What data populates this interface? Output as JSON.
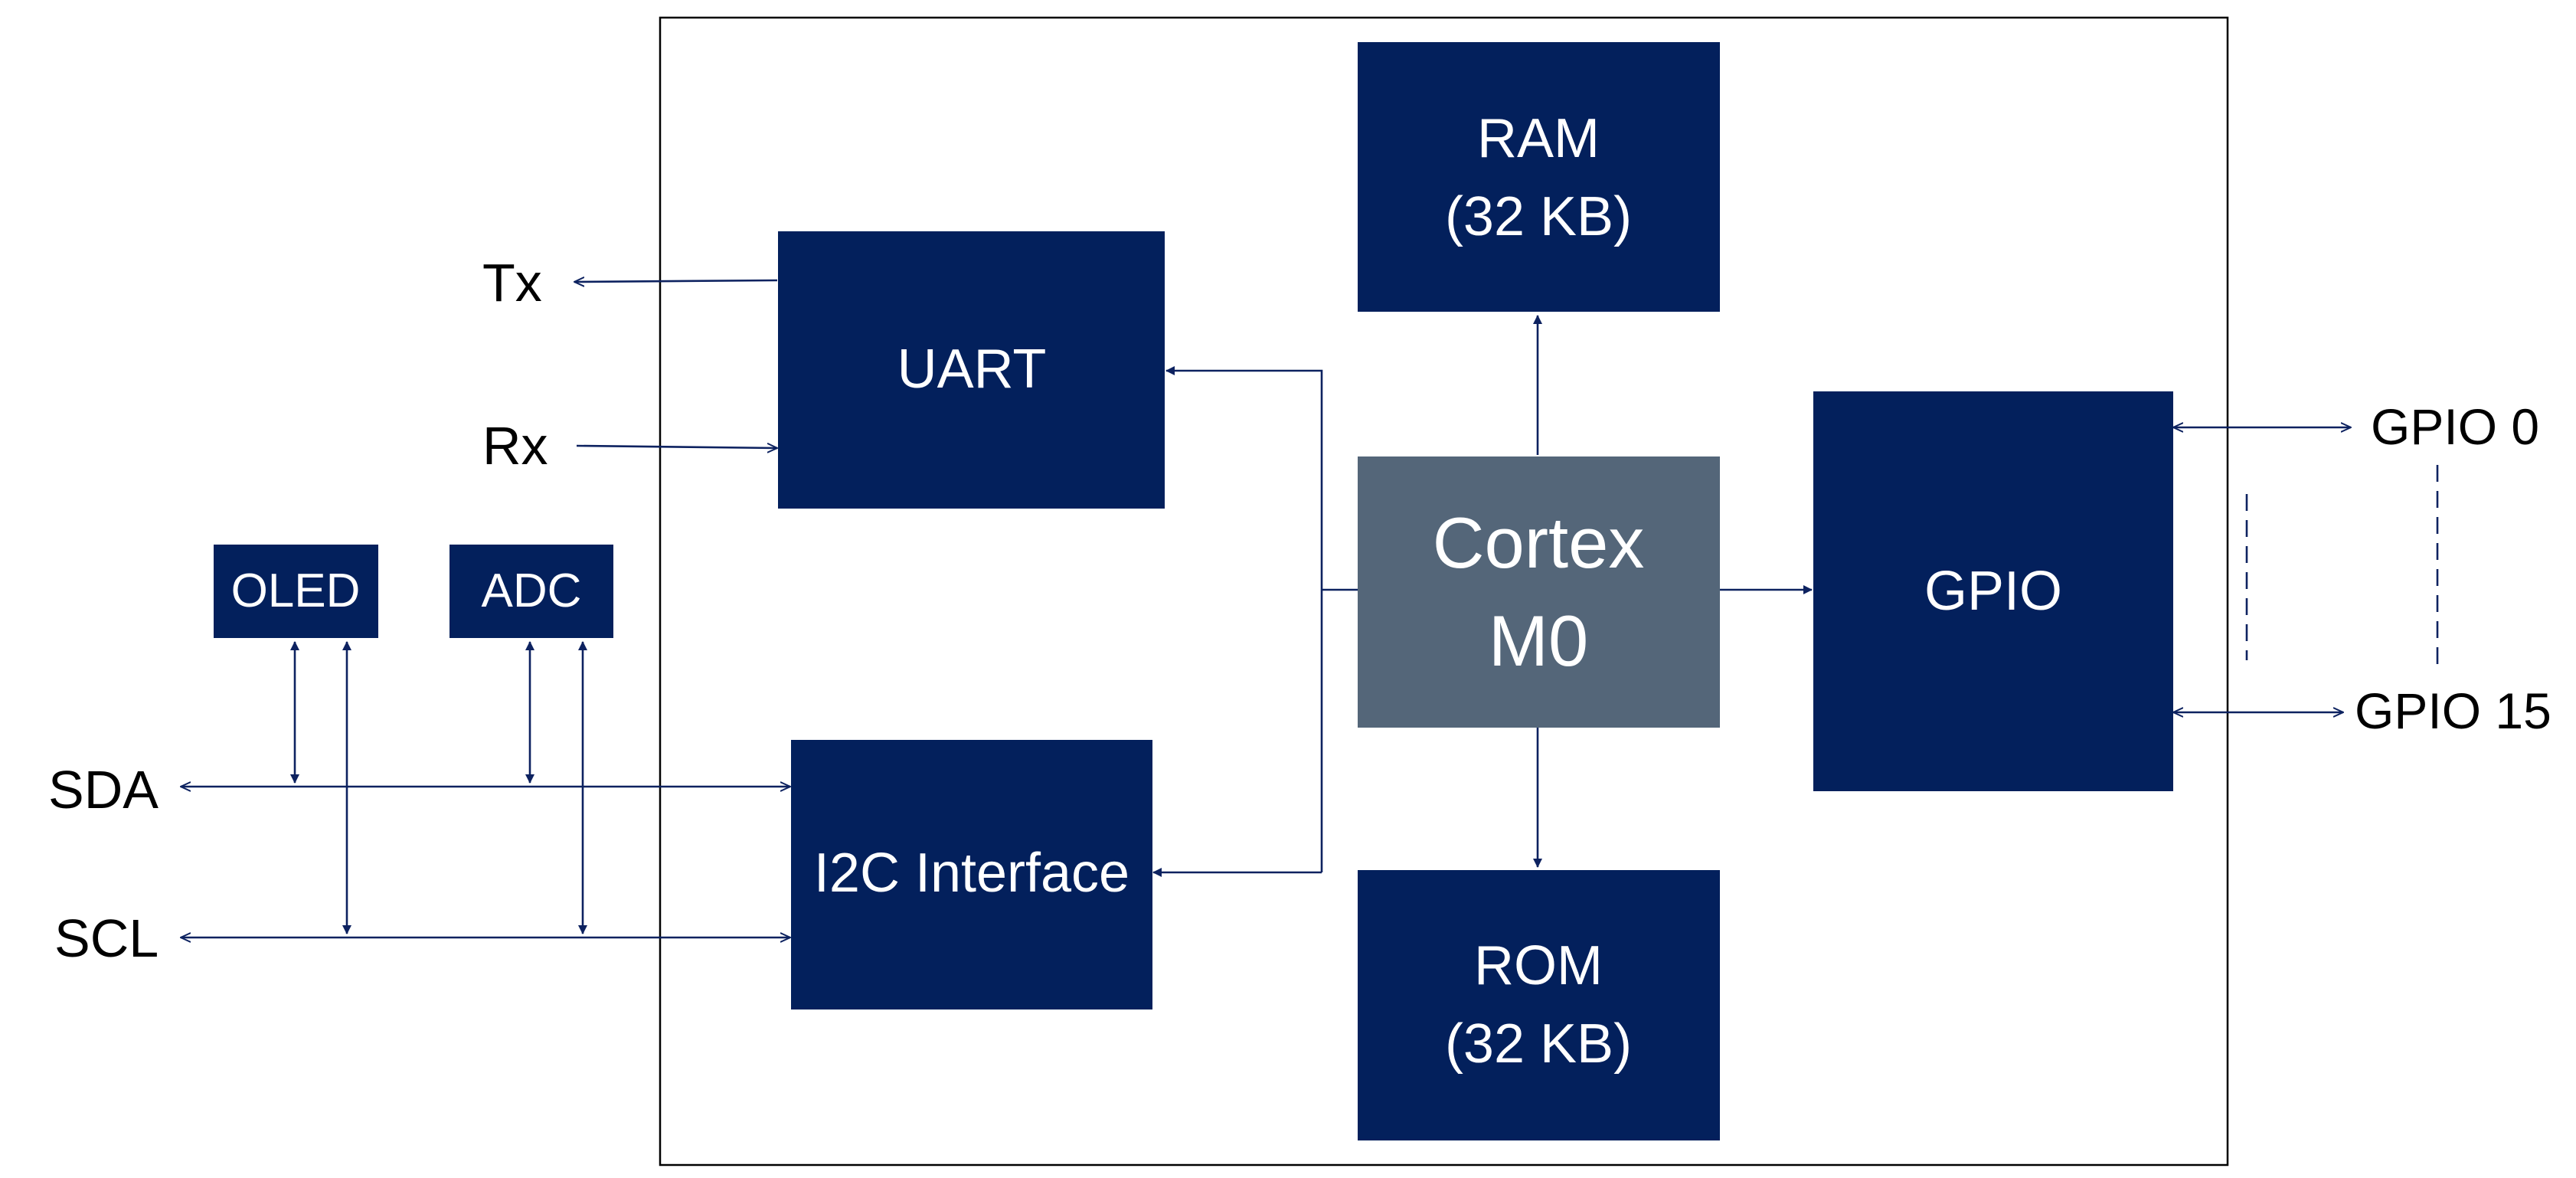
{
  "colors": {
    "block": "#03205c",
    "cpu": "#546679",
    "wire": "#0d2260",
    "outline": "#000000"
  },
  "blocks": {
    "ram": {
      "line1": "RAM",
      "line2": "(32 KB)"
    },
    "rom": {
      "line1": "ROM",
      "line2": "(32 KB)"
    },
    "uart": {
      "label": "UART"
    },
    "i2c": {
      "label": "I2C Interface"
    },
    "cpu": {
      "line1": "Cortex",
      "line2": "M0"
    },
    "gpio": {
      "label": "GPIO"
    },
    "oled": {
      "label": "OLED"
    },
    "adc": {
      "label": "ADC"
    }
  },
  "signals": {
    "tx": "Tx",
    "rx": "Rx",
    "sda": "SDA",
    "scl": "SCL",
    "gpio_first": "GPIO 0",
    "gpio_last": "GPIO 15"
  }
}
